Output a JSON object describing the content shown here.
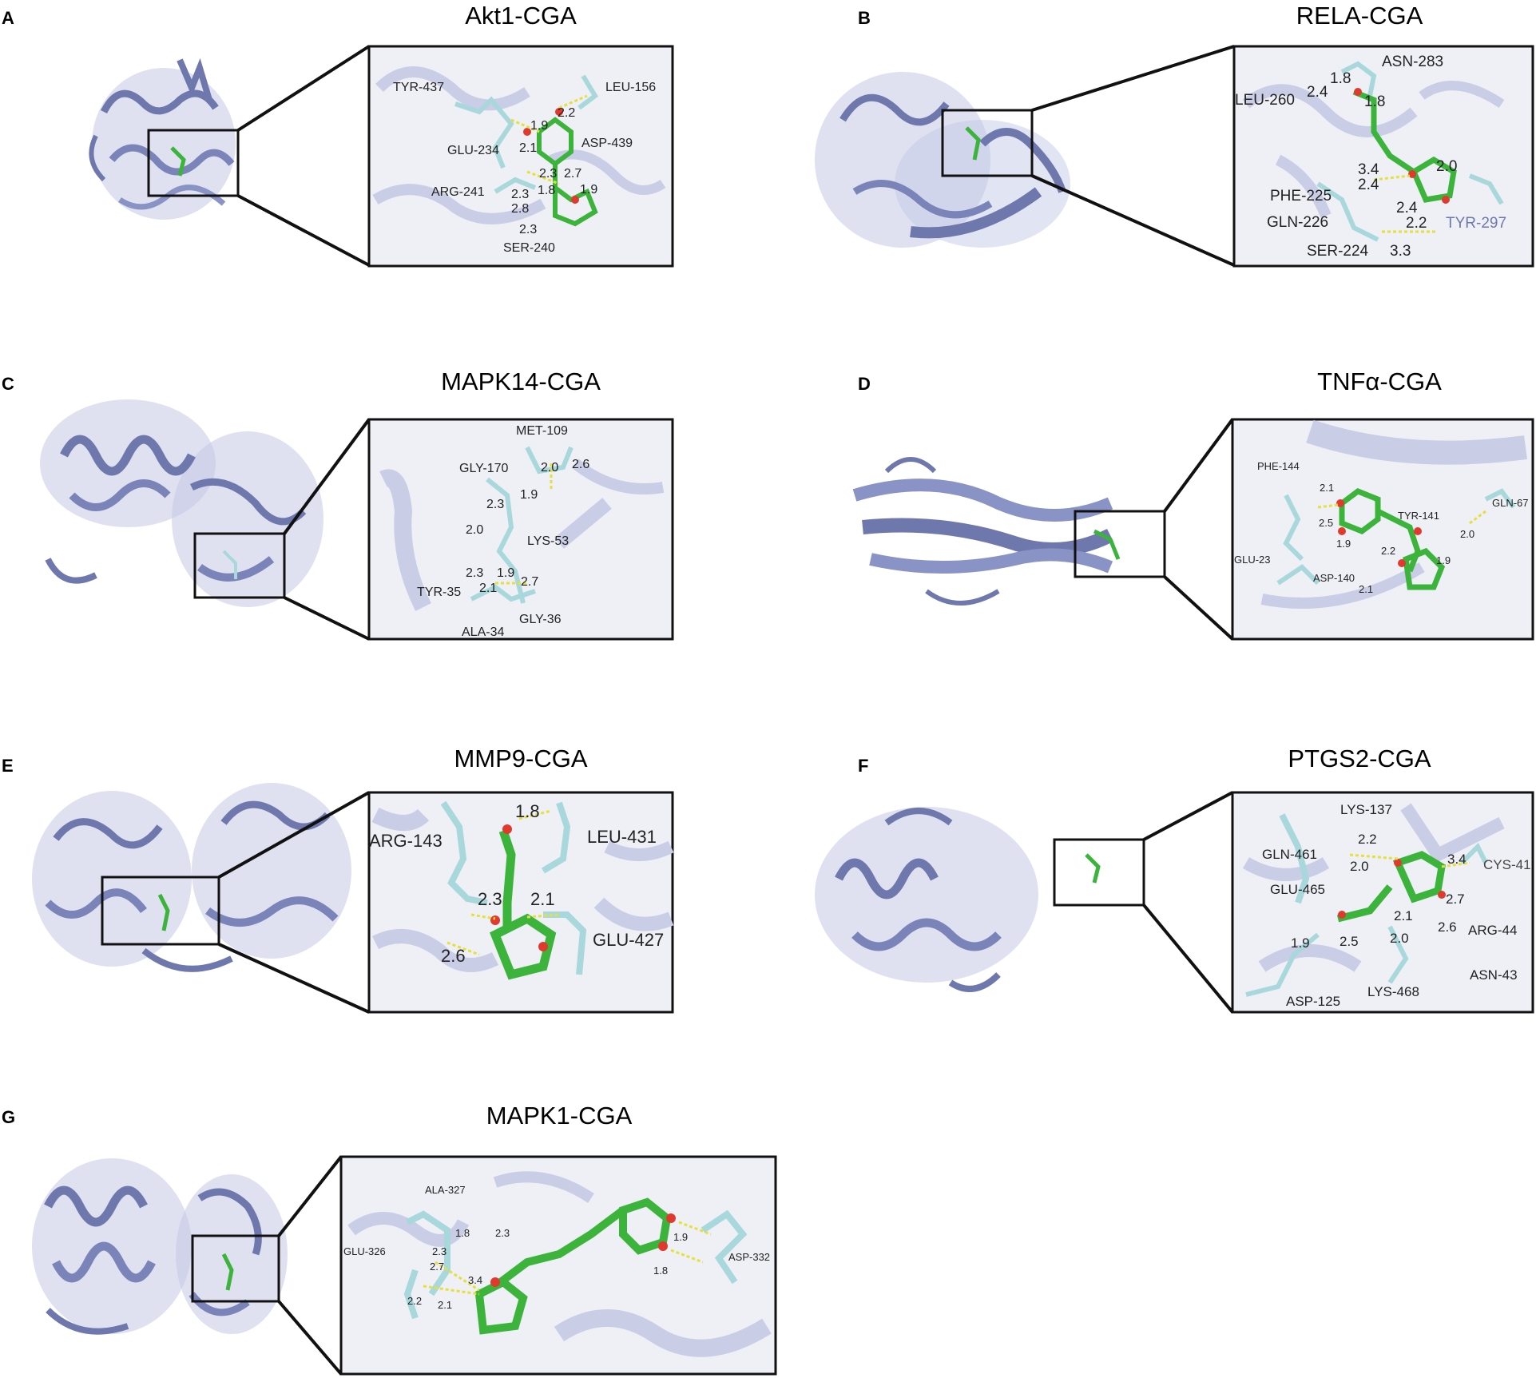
{
  "panels": [
    {
      "letter": "A",
      "title": "Akt1-CGA",
      "residues": [
        "TYR-437",
        "LEU-156",
        "GLU-234",
        "ASP-439",
        "ARG-241",
        "SER-240"
      ],
      "distances": [
        "2.2",
        "1.9",
        "2.1",
        "2.3",
        "2.7",
        "1.8",
        "1.9",
        "2.3",
        "2.8",
        "2.3"
      ]
    },
    {
      "letter": "B",
      "title": "RELA-CGA",
      "residues": [
        "ASN-283",
        "LEU-260",
        "PHE-225",
        "GLN-226",
        "SER-224",
        "TYR-297"
      ],
      "distances": [
        "1.8",
        "2.4",
        "1.8",
        "3.4",
        "2.4",
        "2.0",
        "2.4",
        "2.2",
        "3.3"
      ]
    },
    {
      "letter": "C",
      "title": "MAPK14-CGA",
      "residues": [
        "MET-109",
        "GLY-170",
        "LYS-53",
        "TYR-35",
        "GLY-36",
        "ALA-34"
      ],
      "distances": [
        "2.0",
        "2.6",
        "1.9",
        "2.3",
        "2.0",
        "2.3",
        "1.9",
        "2.7",
        "2.1"
      ]
    },
    {
      "letter": "D",
      "title": "TNFα-CGA",
      "residues": [
        "PHE-144",
        "TYR-141",
        "GLN-67",
        "GLU-23",
        "ASP-140"
      ],
      "distances": [
        "2.1",
        "2.5",
        "1.9",
        "2.2",
        "2.0",
        "1.9",
        "2.1"
      ]
    },
    {
      "letter": "E",
      "title": "MMP9-CGA",
      "residues": [
        "ARG-143",
        "LEU-431",
        "GLU-427"
      ],
      "distances": [
        "1.8",
        "2.3",
        "2.1",
        "2.6"
      ]
    },
    {
      "letter": "F",
      "title": "PTGS2-CGA",
      "residues": [
        "LYS-137",
        "GLN-461",
        "CYS-41",
        "GLU-465",
        "ARG-44",
        "ASN-43",
        "LYS-468",
        "ASP-125"
      ],
      "distances": [
        "2.2",
        "2.0",
        "3.4",
        "2.7",
        "2.1",
        "2.6",
        "1.9",
        "2.5",
        "2.0"
      ]
    },
    {
      "letter": "G",
      "title": "MAPK1-CGA",
      "residues": [
        "ALA-327",
        "GLU-326",
        "ASP-332"
      ],
      "distances": [
        "1.8",
        "2.3",
        "2.3",
        "2.7",
        "3.4",
        "2.2",
        "2.1",
        "1.9",
        "1.8"
      ]
    }
  ],
  "colors": {
    "protein": "#9ea6d2",
    "protein_dark": "#6f78ad",
    "residue": "#a9d8dc",
    "ligand": "#3cb43c",
    "oxygen": "#e03a2e",
    "hbond": "#e6e03a",
    "inset_bg": "#eef0f6"
  }
}
